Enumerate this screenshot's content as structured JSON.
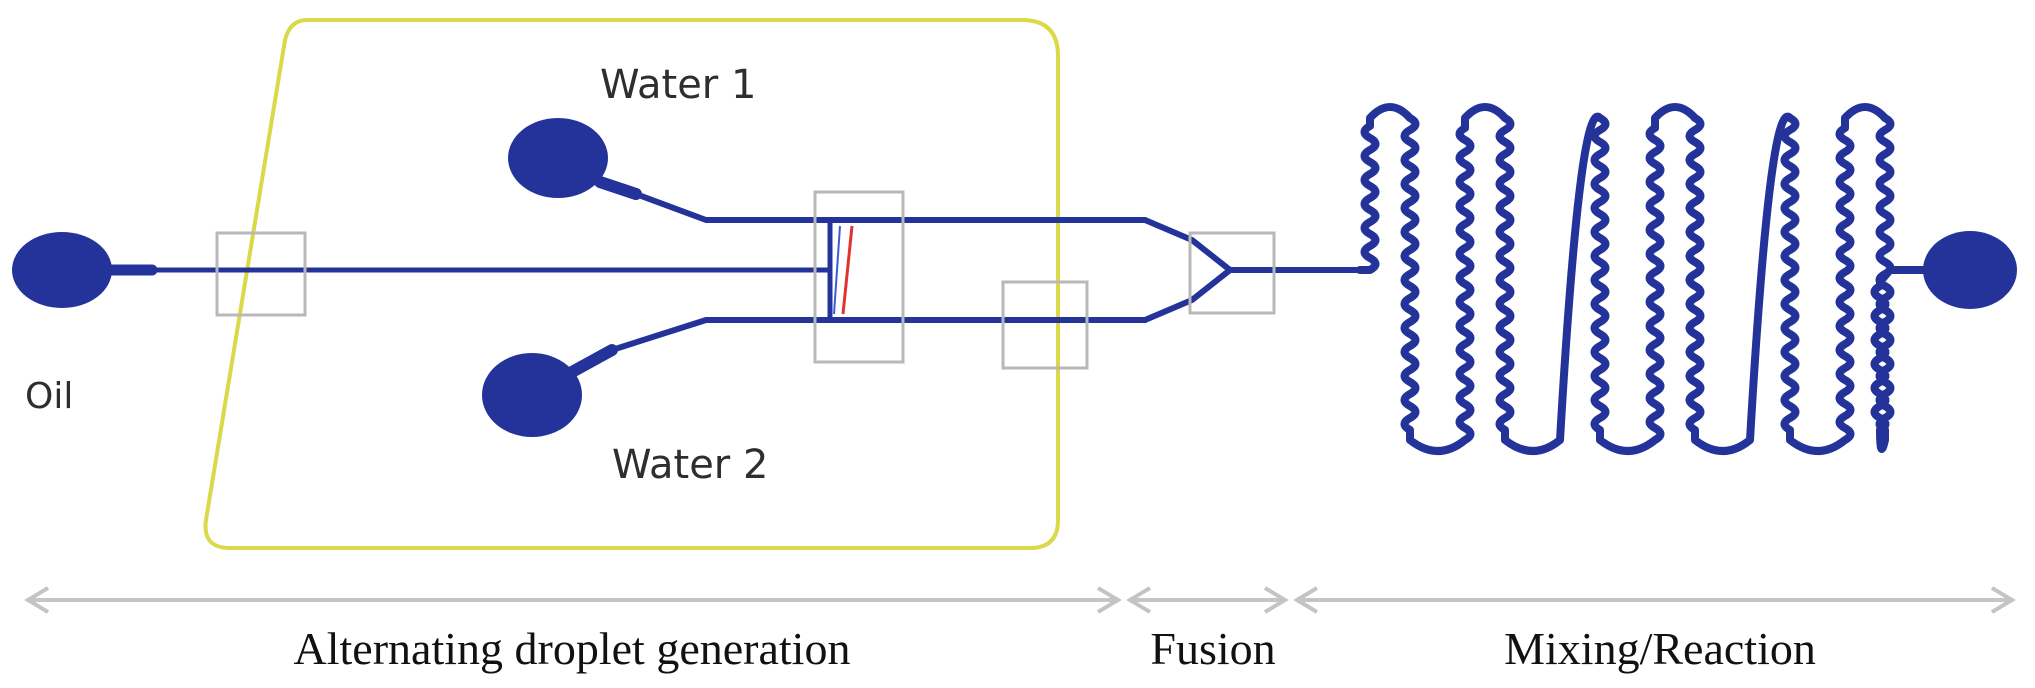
{
  "inlets": {
    "oil": "Oil",
    "water1": "Water 1",
    "water2": "Water 2"
  },
  "stages": {
    "generation": "Alternating droplet generation",
    "fusion": "Fusion",
    "mixing": "Mixing/Reaction"
  },
  "colors": {
    "channel": "#24339a",
    "chip_outline": "#d9d94a",
    "detection_box": "#b8b8b8",
    "marker_red": "#e0342e",
    "scale_arrow": "#c4c4c4"
  }
}
